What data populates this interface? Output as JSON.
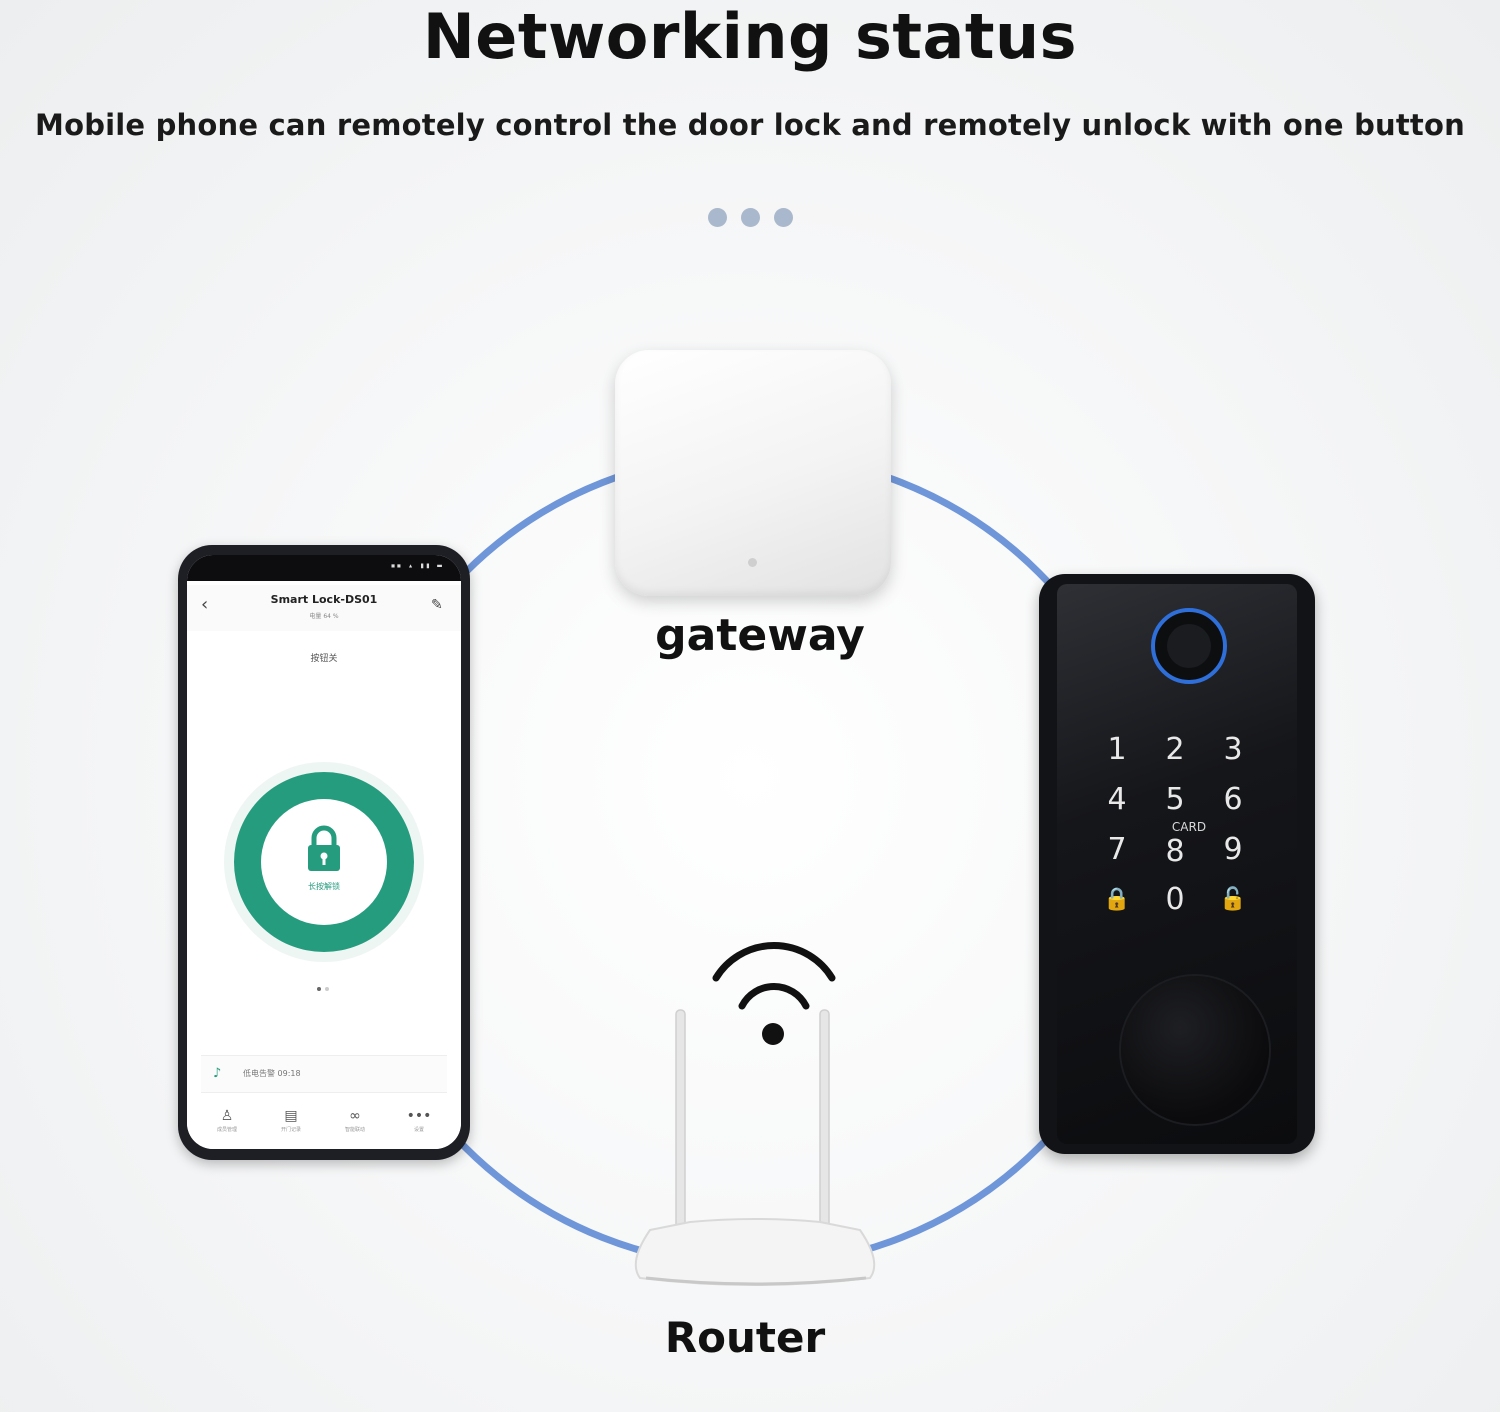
{
  "header": {
    "title": "Networking status",
    "subtitle": "Mobile phone can remotely control the door lock and remotely unlock with one button"
  },
  "nodes": {
    "gateway_label": "gateway",
    "router_label": "Router"
  },
  "phone_app": {
    "app_title": "Smart Lock-DS01",
    "battery_text": "电量 64 %",
    "mode_text": "按钮关",
    "unlock_text": "长按解锁",
    "alert_text": "低电告警 09:18",
    "tabs": [
      "成员管理",
      "开门记录",
      "智能联动",
      "设置"
    ],
    "accent_color": "#259c7e"
  },
  "smart_lock": {
    "keys": [
      "1",
      "2",
      "3",
      "4",
      "5",
      "6",
      "7",
      "8",
      "9",
      "🔒",
      "0",
      "🔓"
    ],
    "card_text": "CARD",
    "fingerprint_ring_color": "#2f6fd9"
  },
  "colors": {
    "link_circle": "#6f96d8",
    "pager_dots": "#a9b8cc"
  }
}
